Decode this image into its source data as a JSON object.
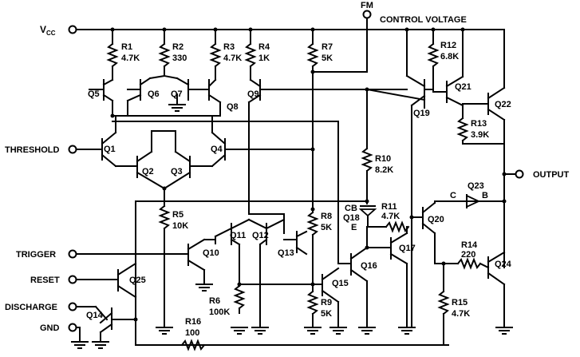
{
  "pins": {
    "vcc": "V",
    "vcc_sub": "CC",
    "fm": "FM",
    "control_voltage": "CONTROL VOLTAGE",
    "threshold": "THRESHOLD",
    "trigger": "TRIGGER",
    "reset": "RESET",
    "discharge": "DISCHARGE",
    "gnd": "GND",
    "output": "OUTPUT"
  },
  "resistors": [
    {
      "ref": "R1",
      "value": "4.7K"
    },
    {
      "ref": "R2",
      "value": "330"
    },
    {
      "ref": "R3",
      "value": "4.7K"
    },
    {
      "ref": "R4",
      "value": "1K"
    },
    {
      "ref": "R7",
      "value": "5K"
    },
    {
      "ref": "R12",
      "value": "6.8K"
    },
    {
      "ref": "R13",
      "value": "3.9K"
    },
    {
      "ref": "R10",
      "value": "8.2K"
    },
    {
      "ref": "R11",
      "value": "4.7K"
    },
    {
      "ref": "R5",
      "value": "10K"
    },
    {
      "ref": "R8",
      "value": "5K"
    },
    {
      "ref": "R14",
      "value": "220"
    },
    {
      "ref": "R6",
      "value": "100K"
    },
    {
      "ref": "R9",
      "value": "5K"
    },
    {
      "ref": "R15",
      "value": "4.7K"
    },
    {
      "ref": "R16",
      "value": "100"
    }
  ],
  "transistors": [
    "Q5",
    "Q6",
    "Q7",
    "Q8",
    "Q9",
    "Q1",
    "Q2",
    "Q3",
    "Q4",
    "Q19",
    "Q21",
    "Q22",
    "Q11",
    "Q12",
    "Q10",
    "Q13",
    "Q16",
    "Q17",
    "Q15",
    "Q20",
    "Q24",
    "Q25",
    "Q14"
  ],
  "diode": {
    "ref": "Q23",
    "cathode": "C",
    "anode": "B"
  },
  "q18": {
    "cb": "CB",
    "ref": "Q18",
    "e": "E"
  }
}
